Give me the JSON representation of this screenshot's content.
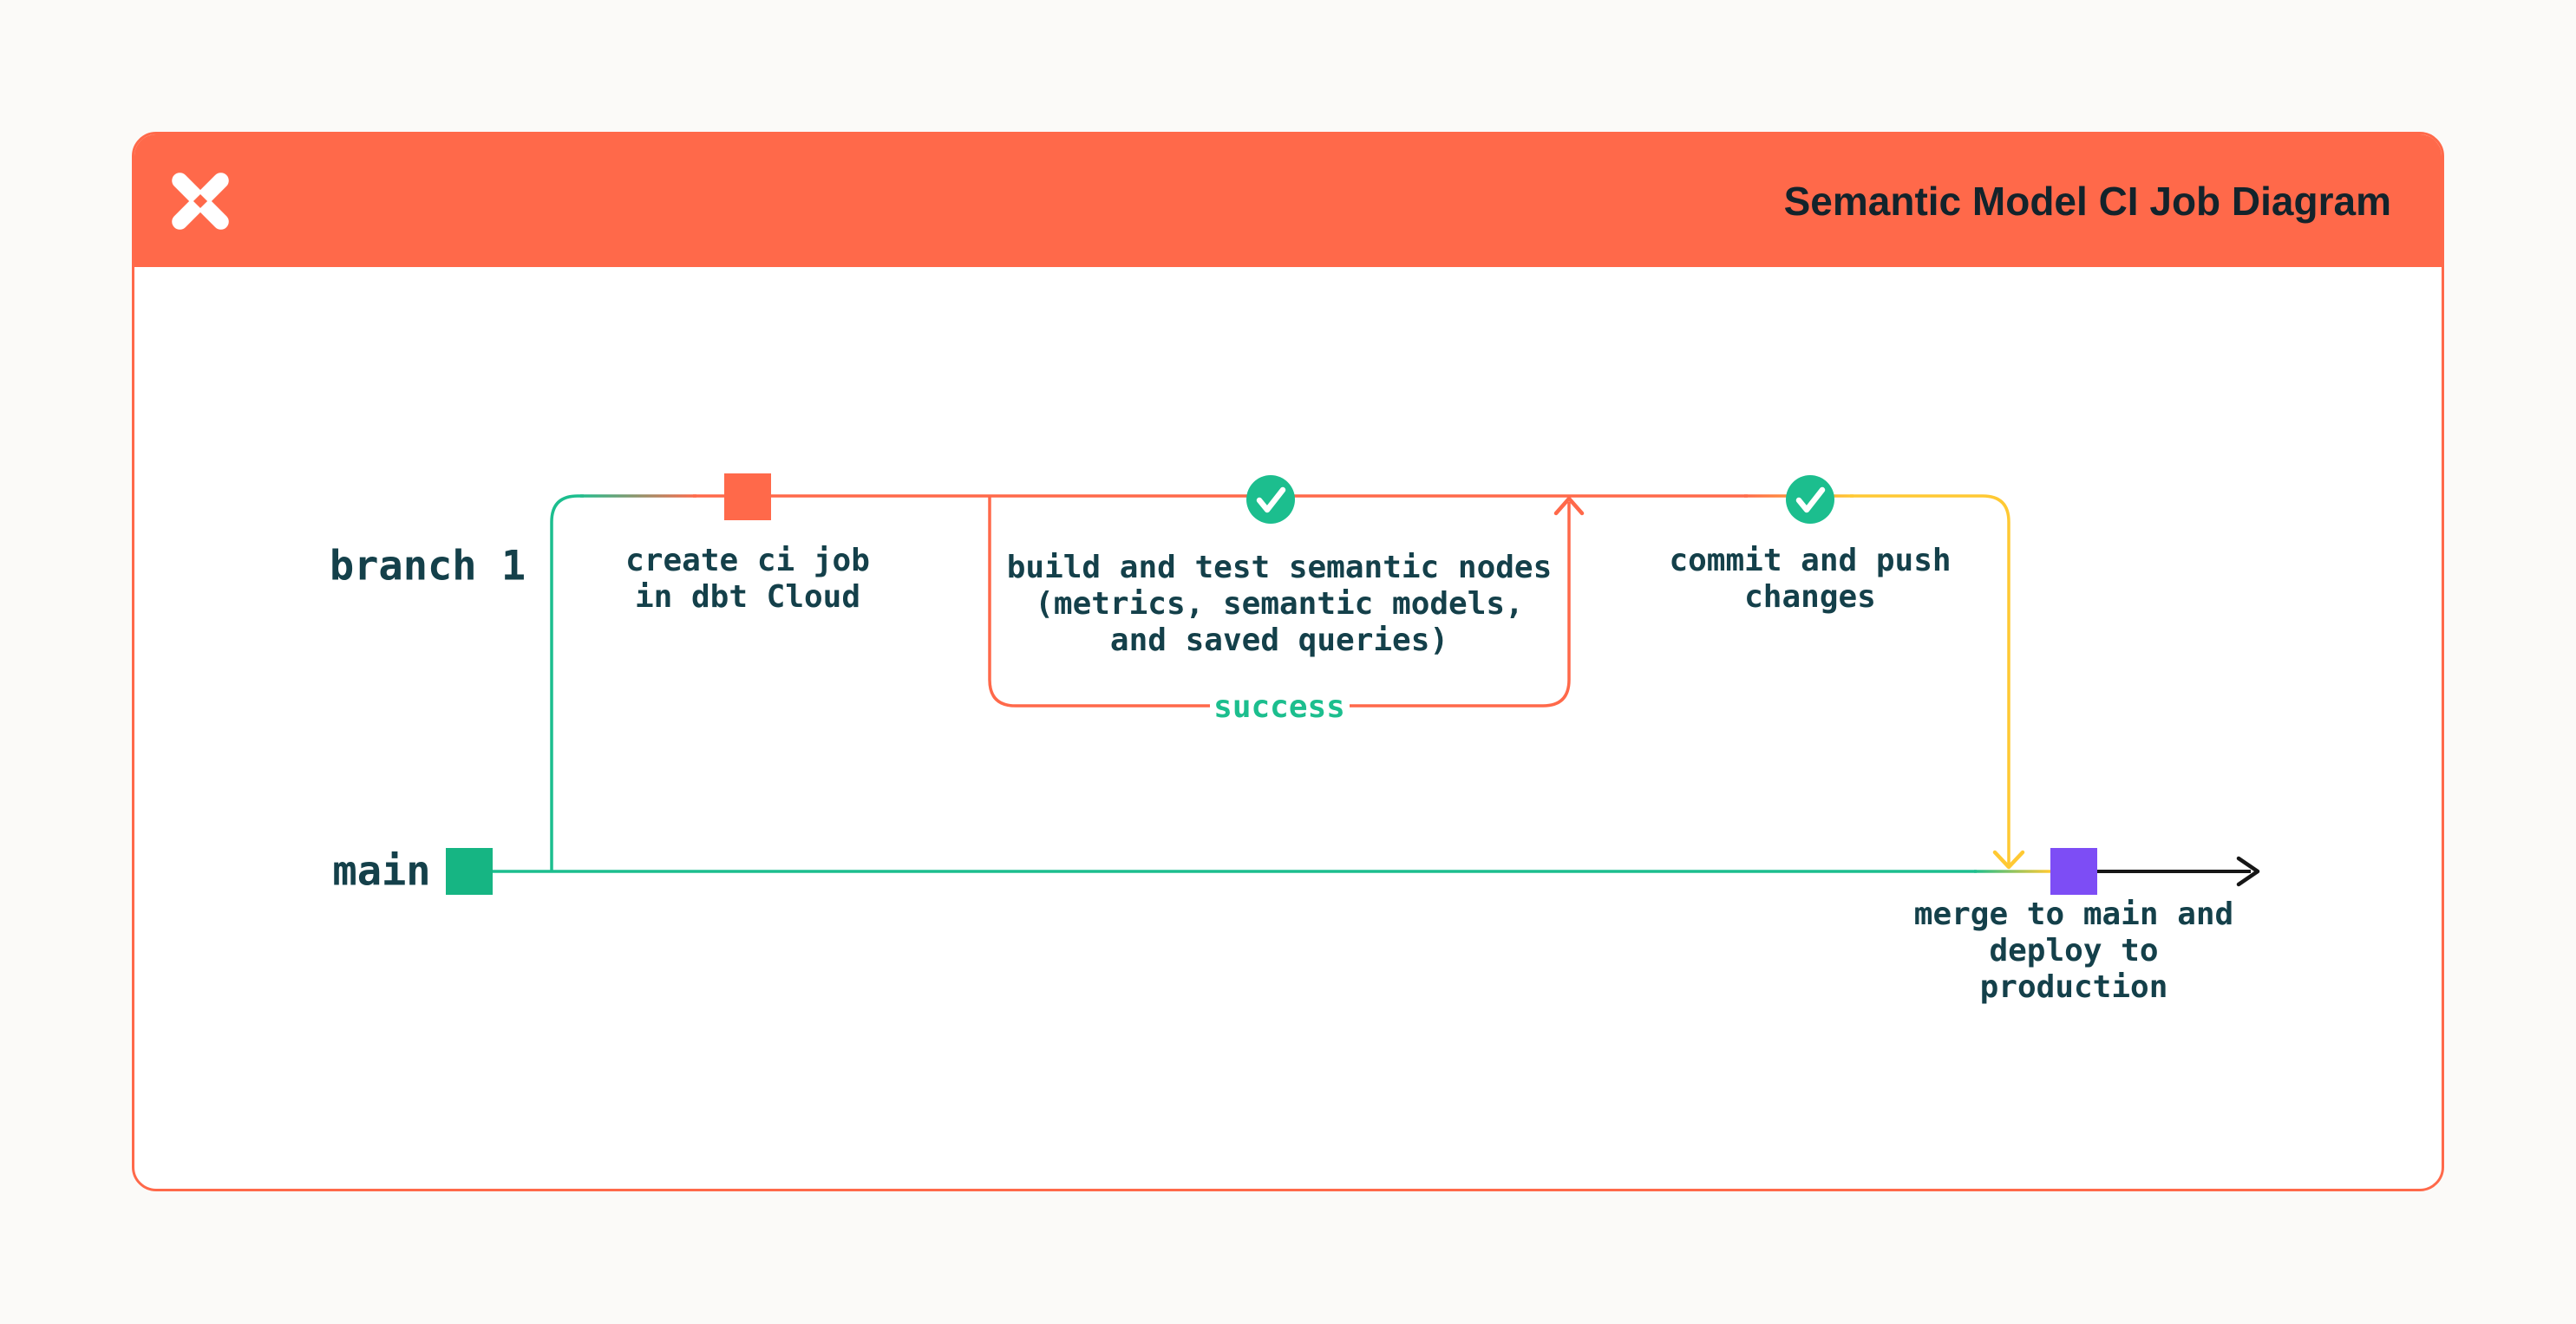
{
  "header": {
    "title": "Semantic Model CI Job Diagram",
    "logo": "dbt-logo"
  },
  "diagram": {
    "branches": {
      "branch1_label": "branch 1",
      "main_label": "main"
    },
    "nodes": {
      "create_ci": {
        "label": "create ci job\nin dbt Cloud",
        "marker": "orange-commit-square"
      },
      "build_test": {
        "label": "build and test semantic nodes\n(metrics, semantic models,\nand saved queries)",
        "marker": "green-check-circle"
      },
      "commit_push": {
        "label": "commit and push\nchanges",
        "marker": "green-check-circle"
      },
      "merge_deploy": {
        "label": "merge to main and\ndeploy to production",
        "marker": "purple-commit-square"
      }
    },
    "loop_label": "success",
    "colors": {
      "orange": "#FF694A",
      "green": "#1CBE8E",
      "yellow": "#FFC933",
      "purple": "#7D4DF5",
      "ink": "#14404A"
    }
  }
}
